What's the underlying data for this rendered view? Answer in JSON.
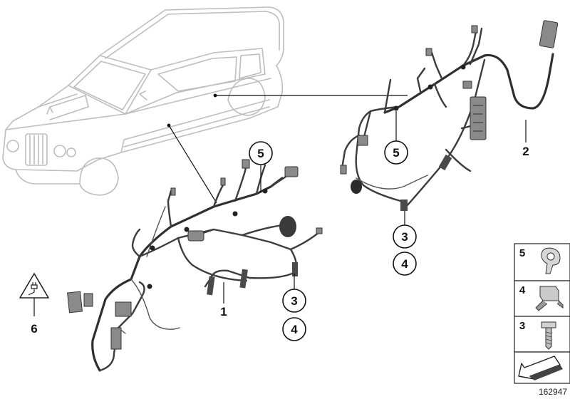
{
  "diagram": {
    "callouts": {
      "part_1": "1",
      "part_2": "2",
      "part_3_left": "3",
      "part_4_left": "4",
      "part_5_left": "5",
      "part_3_right": "3",
      "part_4_right": "4",
      "part_5_right": "5",
      "part_6": "6"
    },
    "legend": [
      {
        "label": "5",
        "part": "clip-icon"
      },
      {
        "label": "4",
        "part": "bracket-icon"
      },
      {
        "label": "3",
        "part": "bolt-icon"
      }
    ],
    "image_number": "162947"
  },
  "colors": {
    "car_outline": "#bdbdbd",
    "wire": "#3c3c3c",
    "text": "#111111"
  }
}
